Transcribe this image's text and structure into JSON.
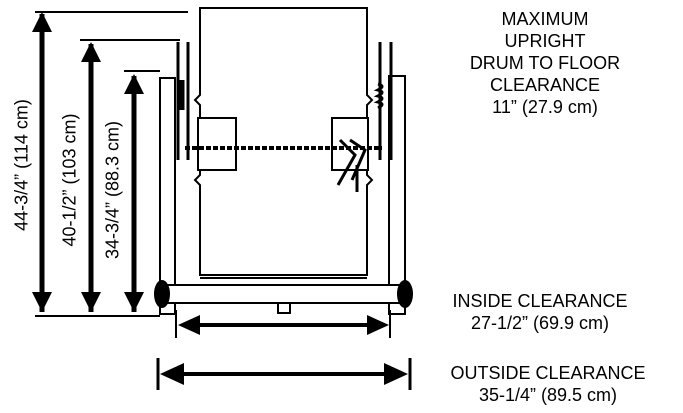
{
  "dimensions": {
    "overall_height": "44-3/4” (114 cm)",
    "mid_height": "40-1/2” (103 cm)",
    "inner_height": "34-3/4” (88.3 cm)"
  },
  "drum_clearance": {
    "line1": "MAXIMUM",
    "line2": "UPRIGHT",
    "line3": "DRUM TO FLOOR",
    "line4": "CLEARANCE",
    "value": "11” (27.9 cm)"
  },
  "inside_clearance": {
    "title": "INSIDE CLEARANCE",
    "value": "27-1/2” (69.9 cm)"
  },
  "outside_clearance": {
    "title": "OUTSIDE CLEARANCE",
    "value": "35-1/4” (89.5 cm)"
  },
  "colors": {
    "line": "#000000",
    "background": "#ffffff"
  }
}
